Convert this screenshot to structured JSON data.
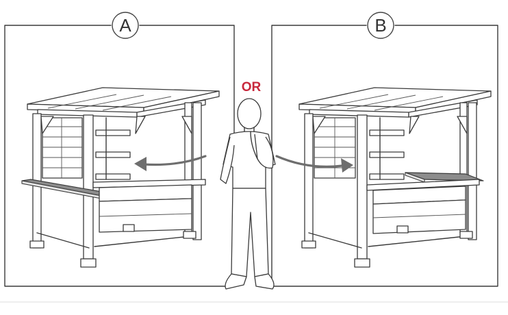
{
  "panels": [
    {
      "id": "A",
      "label": "A"
    },
    {
      "id": "B",
      "label": "B"
    }
  ],
  "connector": {
    "text": "OR",
    "color": "#c8283c"
  },
  "colors": {
    "line": "#3a3a3a",
    "arrow": "#6e6e6e",
    "frame": "#444444",
    "divider": "#dddddd"
  }
}
